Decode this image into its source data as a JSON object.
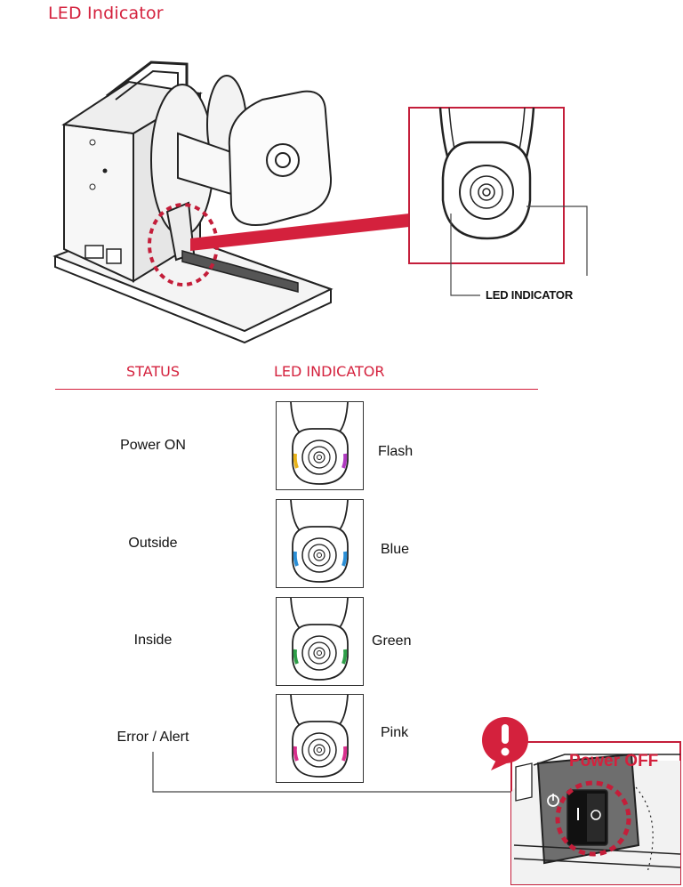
{
  "page_title": "LED Indicator",
  "callout_label": "LED INDICATOR",
  "table": {
    "headers": {
      "status": "STATUS",
      "led": "LED INDICATOR"
    },
    "rows": [
      {
        "status": "Power ON",
        "color_label": "Flash",
        "led_colors": [
          "#e8b31a",
          "#b03ac0"
        ]
      },
      {
        "status": "Outside",
        "color_label": "Blue",
        "led_colors": [
          "#2b8fd6",
          "#2b8fd6"
        ]
      },
      {
        "status": "Inside",
        "color_label": "Green",
        "led_colors": [
          "#2e9e48",
          "#2e9e48"
        ]
      },
      {
        "status": "Error / Alert",
        "color_label": "Pink",
        "led_colors": [
          "#d82f8c",
          "#d82f8c"
        ]
      }
    ]
  },
  "warning": {
    "label": "Power OFF",
    "icon": "exclamation-icon",
    "switch_glyphs": [
      "I",
      "O"
    ],
    "power_symbol": "power-icon"
  },
  "colors": {
    "accent": "#d4213d",
    "line": "#222222"
  }
}
